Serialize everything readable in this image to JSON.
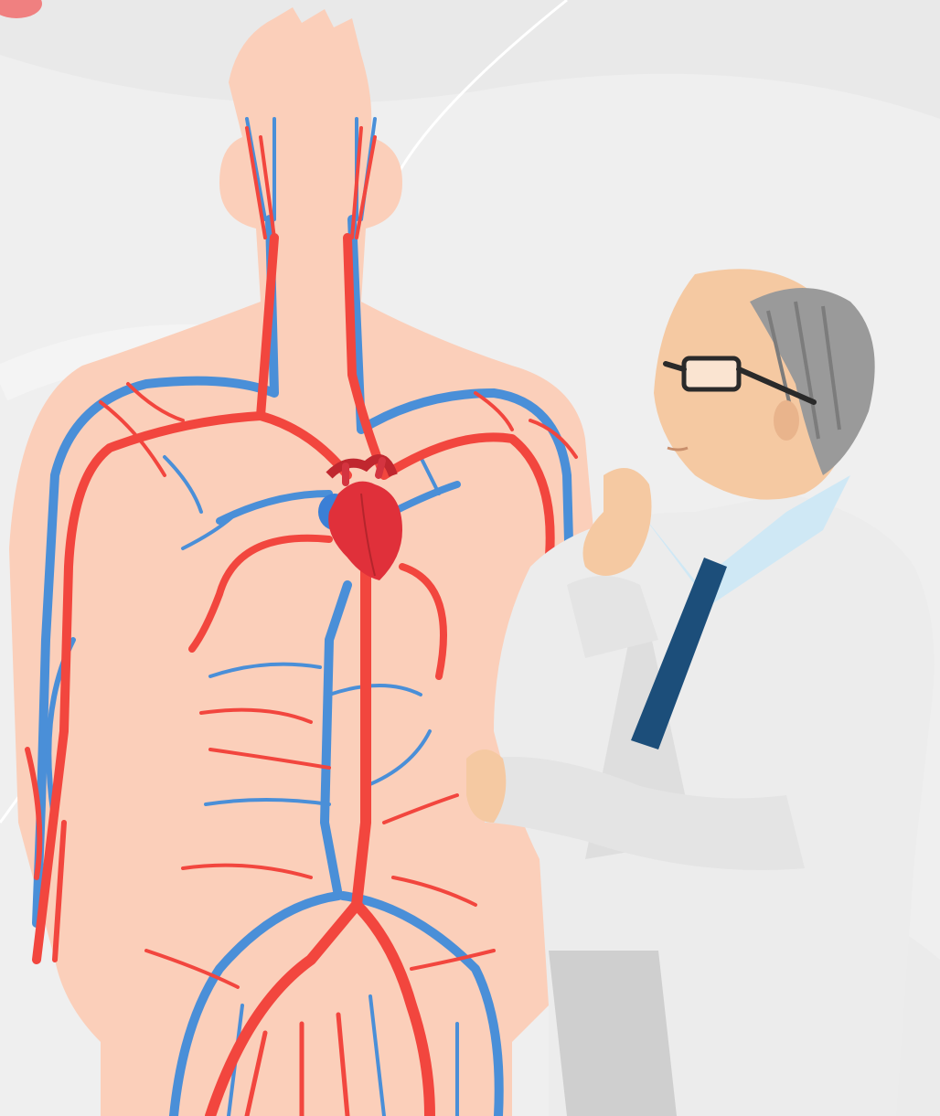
{
  "scene": {
    "caption": "",
    "colors": {
      "background": "#efefef",
      "background_swirl": "#ffffff",
      "skin_body": "#fbcfba",
      "artery": "#f2463e",
      "vein": "#4a8fd8",
      "heart": "#e0303a",
      "heart_blue": "#3b7fd6",
      "doctor_coat": "#ececec",
      "doctor_coat_shadow": "#cfcfcf",
      "doctor_skin": "#f5c9a2",
      "doctor_hair": "#9a9a9a",
      "doctor_shirt": "#cfe8f5",
      "doctor_tie": "#1c4e7a",
      "glasses": "#2a2a2a",
      "blood_cell": "#f08080"
    },
    "icons": [
      "human-body-silhouette",
      "circulatory-system",
      "heart-icon",
      "doctor-figure",
      "glasses-icon",
      "red-blood-cell-icon"
    ]
  }
}
